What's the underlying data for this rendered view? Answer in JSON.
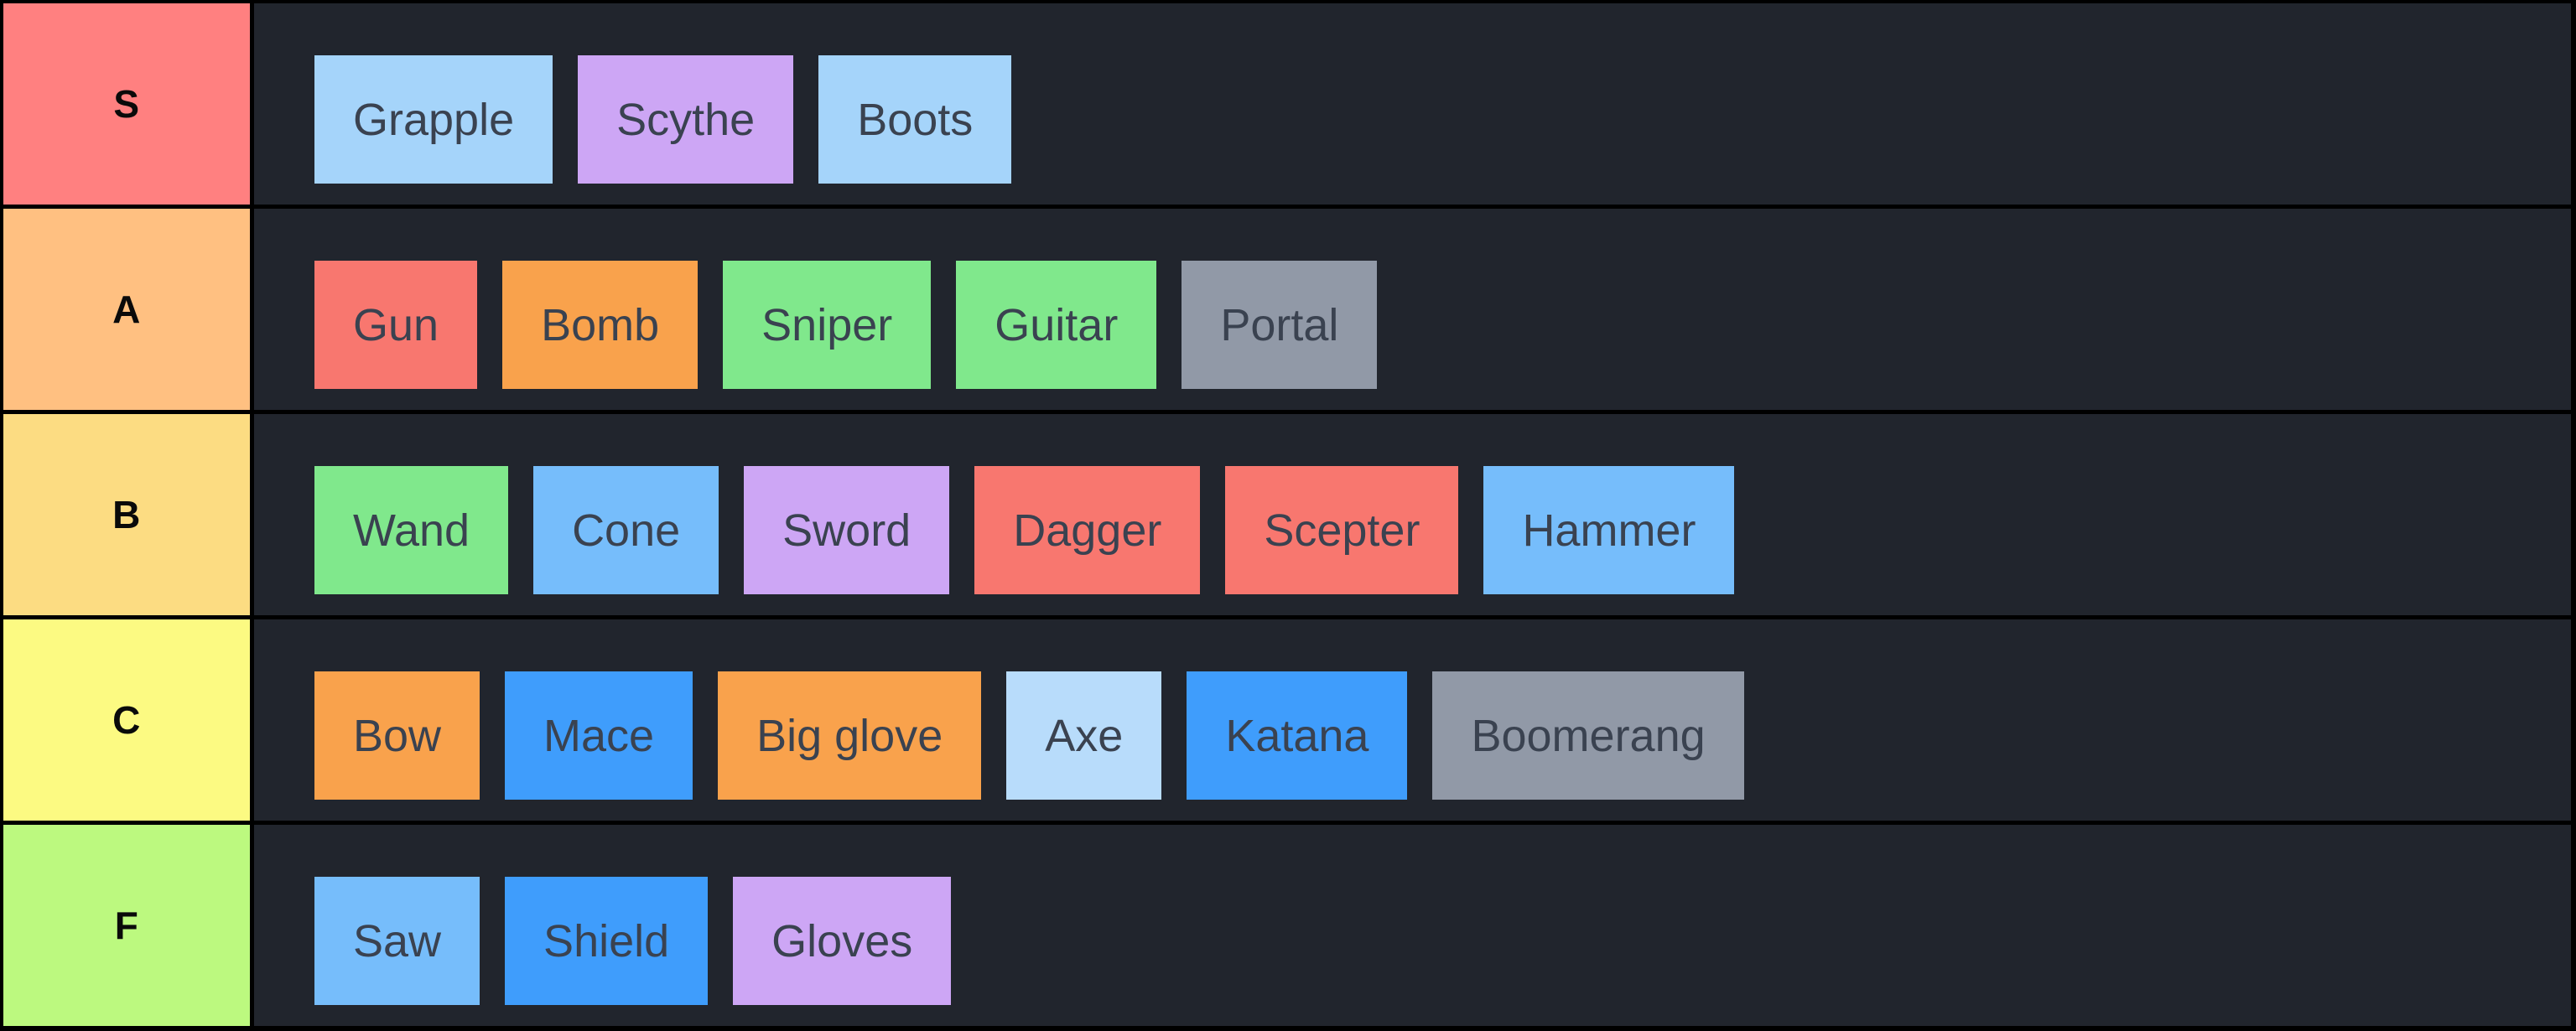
{
  "board": {
    "type": "tier-list",
    "colors": {
      "background": "#000000",
      "row_background": "#21252d",
      "item_text": "#3a4250",
      "tier_label_text": "#0a0a0a"
    },
    "tiers": [
      {
        "label": "S",
        "color": "#ff8080",
        "items": [
          {
            "name": "Grapple",
            "color": "#a5d4fa"
          },
          {
            "name": "Scythe",
            "color": "#cda6f5"
          },
          {
            "name": "Boots",
            "color": "#a5d4fa"
          }
        ]
      },
      {
        "label": "A",
        "color": "#ffc081",
        "items": [
          {
            "name": "Gun",
            "color": "#f8776f"
          },
          {
            "name": "Bomb",
            "color": "#f9a24c"
          },
          {
            "name": "Sniper",
            "color": "#80e88c"
          },
          {
            "name": "Guitar",
            "color": "#80e88c"
          },
          {
            "name": "Portal",
            "color": "#9199a7"
          }
        ]
      },
      {
        "label": "B",
        "color": "#fcdc82",
        "items": [
          {
            "name": "Wand",
            "color": "#80e88c"
          },
          {
            "name": "Cone",
            "color": "#76bdfb"
          },
          {
            "name": "Sword",
            "color": "#cda6f5"
          },
          {
            "name": "Dagger",
            "color": "#f8776f"
          },
          {
            "name": "Scepter",
            "color": "#f8776f"
          },
          {
            "name": "Hammer",
            "color": "#76bdfb"
          }
        ]
      },
      {
        "label": "C",
        "color": "#fcfa82",
        "items": [
          {
            "name": "Bow",
            "color": "#f9a24c"
          },
          {
            "name": "Mace",
            "color": "#3f9dfc"
          },
          {
            "name": "Big glove",
            "color": "#f9a24c"
          },
          {
            "name": "Axe",
            "color": "#b8dcfb"
          },
          {
            "name": "Katana",
            "color": "#3f9dfc"
          },
          {
            "name": "Boomerang",
            "color": "#9199a7"
          }
        ]
      },
      {
        "label": "F",
        "color": "#bcf97f",
        "items": [
          {
            "name": "Saw",
            "color": "#76bdfb"
          },
          {
            "name": "Shield",
            "color": "#3f9dfc"
          },
          {
            "name": "Gloves",
            "color": "#cda6f5"
          }
        ]
      }
    ]
  }
}
